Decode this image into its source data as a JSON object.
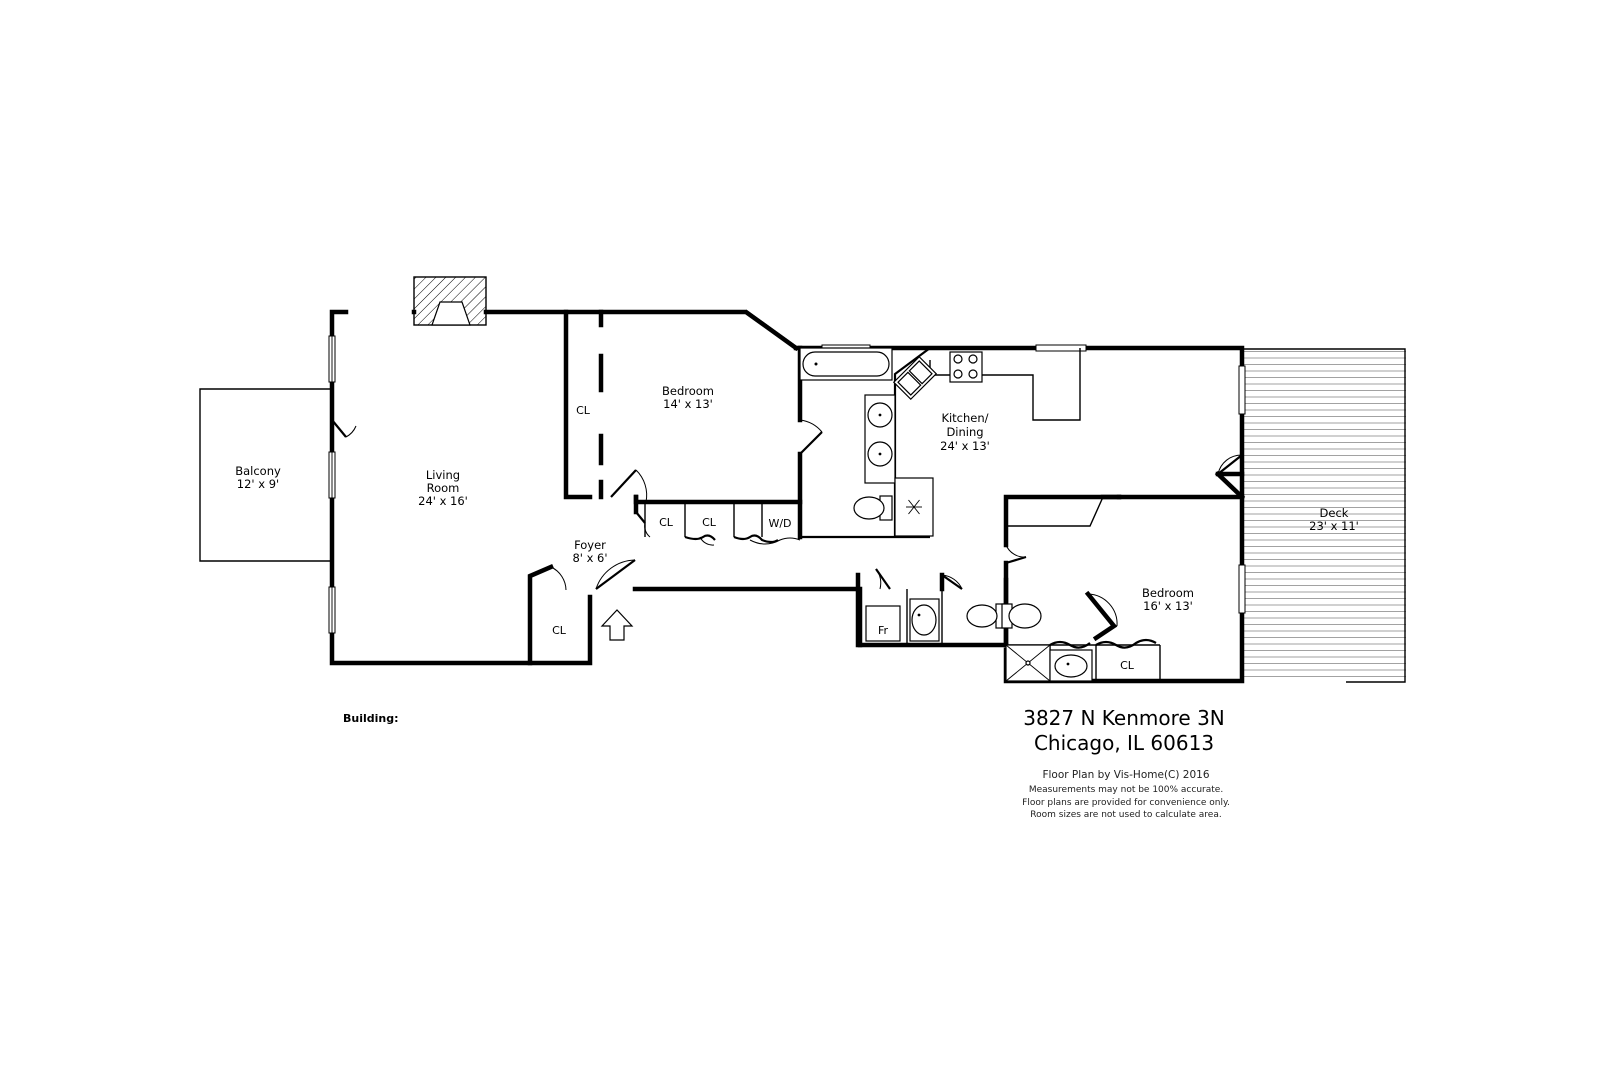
{
  "rooms": {
    "balcony": {
      "name": "Balcony",
      "size": "12' x 9'"
    },
    "living": {
      "name1": "Living",
      "name2": "Room",
      "size": "24' x 16'"
    },
    "bedroom1": {
      "name": "Bedroom",
      "size": "14' x 13'"
    },
    "kitchen": {
      "name1": "Kitchen/",
      "name2": "Dining",
      "size": "24' x 13'"
    },
    "foyer": {
      "name": "Foyer",
      "size": "8' x 6'"
    },
    "bedroom2": {
      "name": "Bedroom",
      "size": "16' x 13'"
    },
    "deck": {
      "name": "Deck",
      "size": "23' x 11'"
    }
  },
  "labels": {
    "closet": "CL",
    "washer_dryer": "W/D",
    "fridge": "Fr"
  },
  "building_label": "Building:",
  "address": {
    "line1": "3827 N Kenmore 3N",
    "line2": "Chicago, IL 60613"
  },
  "notes": {
    "credit": "Floor Plan by Vis-Home(C) 2016",
    "line1": "Measurements may not be 100% accurate.",
    "line2": "Floor plans are provided for convenience only.",
    "line3": "Room sizes are not used to calculate area."
  }
}
